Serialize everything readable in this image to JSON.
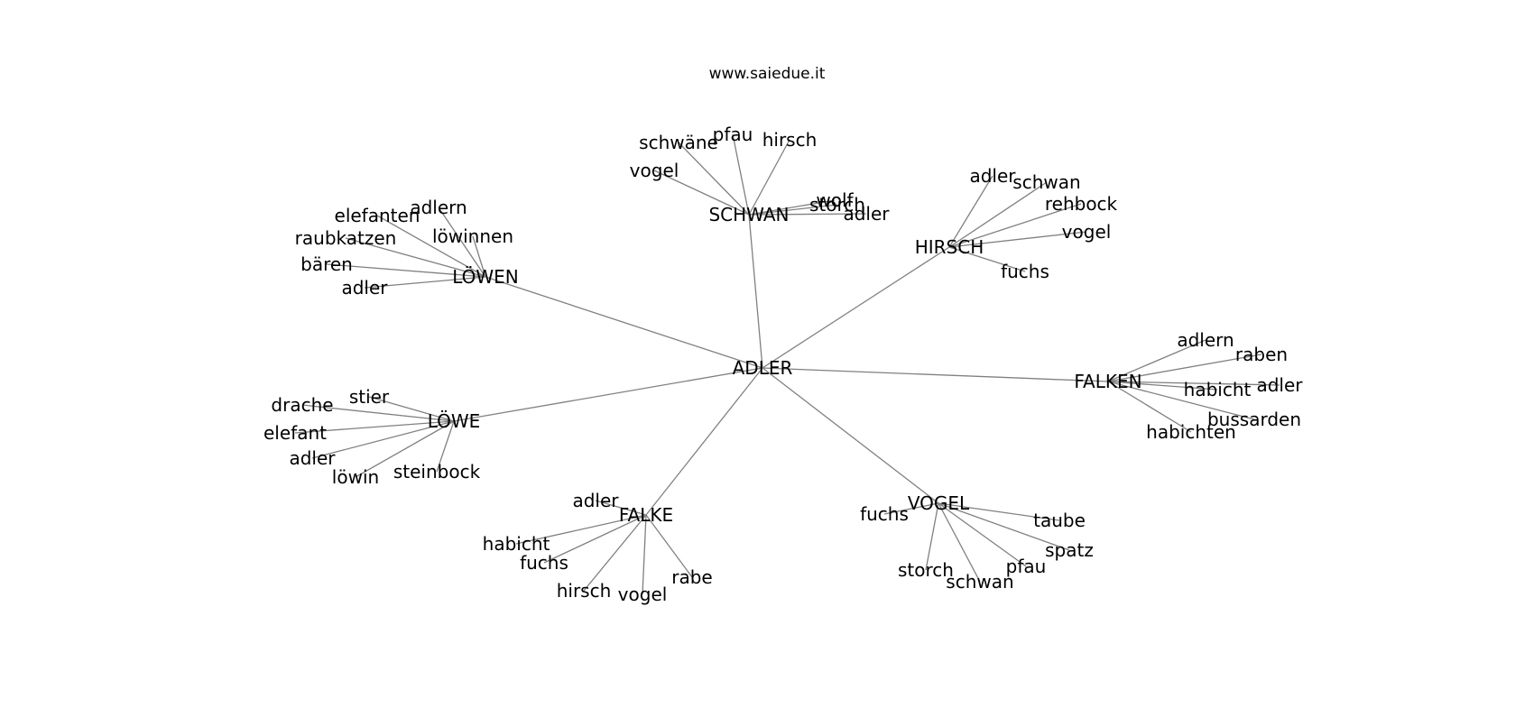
{
  "title": "www.saiedue.it",
  "colors": {
    "edge": "#808080",
    "text": "#000000",
    "background": "#ffffff"
  },
  "graph": {
    "center": "ADLER",
    "hubs": [
      {
        "label": "SCHWAN",
        "leaves": [
          "schwäne",
          "pfau",
          "hirsch",
          "vogel",
          "wolf",
          "storch",
          "adler"
        ]
      },
      {
        "label": "HIRSCH",
        "leaves": [
          "adler",
          "schwan",
          "rehbock",
          "vogel",
          "fuchs"
        ]
      },
      {
        "label": "LÖWEN",
        "leaves": [
          "elefanten",
          "adlern",
          "raubkatzen",
          "löwinnen",
          "bären",
          "adler"
        ]
      },
      {
        "label": "FALKEN",
        "leaves": [
          "adlern",
          "raben",
          "habicht",
          "adler",
          "bussarden",
          "habichten"
        ]
      },
      {
        "label": "LÖWE",
        "leaves": [
          "stier",
          "drache",
          "elefant",
          "adler",
          "löwin",
          "steinbock"
        ]
      },
      {
        "label": "VOGEL",
        "leaves": [
          "fuchs",
          "taube",
          "spatz",
          "pfau",
          "schwan",
          "storch"
        ]
      },
      {
        "label": "FALKE",
        "leaves": [
          "adler",
          "habicht",
          "fuchs",
          "hirsch",
          "vogel",
          "rabe"
        ]
      }
    ]
  }
}
